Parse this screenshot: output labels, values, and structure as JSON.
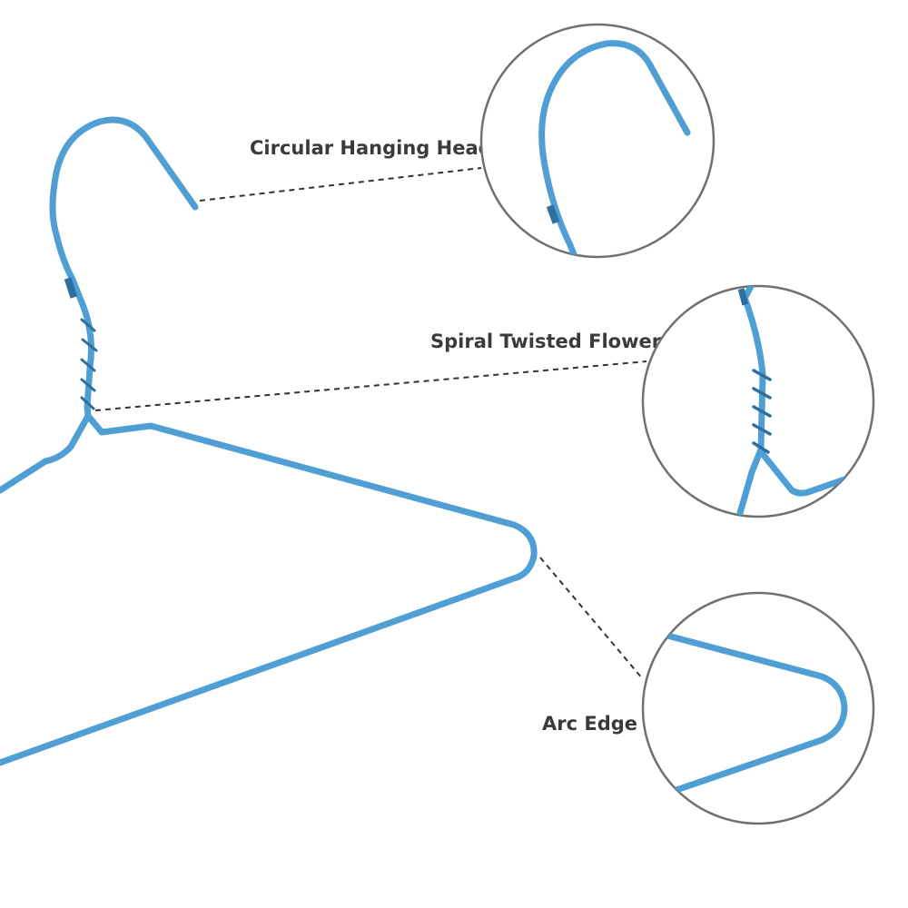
{
  "colors": {
    "wire": "#4f9fd4",
    "wire_shadow": "#2f6f9e",
    "leader": "#333333",
    "circle_stroke": "#707070",
    "label": "#3a3a3a",
    "background": "#ffffff"
  },
  "callouts": [
    {
      "id": "hanging-head",
      "label": "Circular Hanging Head"
    },
    {
      "id": "twisted-flower",
      "label": "Spiral Twisted Flower"
    },
    {
      "id": "arc-edge",
      "label": "Arc Edge"
    }
  ]
}
